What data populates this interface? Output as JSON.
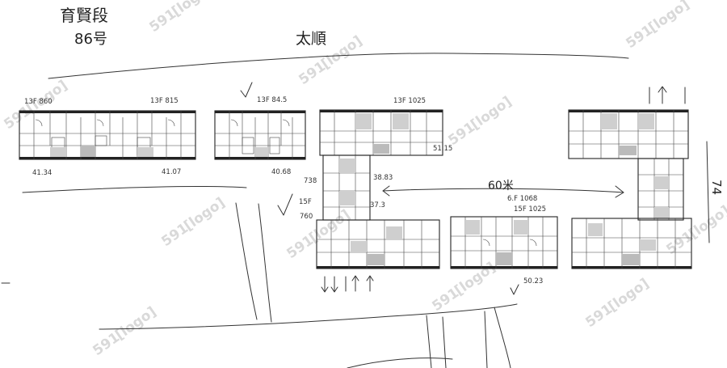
{
  "title_line1": "育賢段",
  "title_line2": "86号",
  "road_label": "太順",
  "watermark_text": "591",
  "watermark_brand": "[logo]",
  "setback_label": "60米",
  "side_label": "74",
  "buildings": [
    {
      "id": "A",
      "floor_label": "13F 860",
      "floor_label_2": "13F 815",
      "area_left": "41.34",
      "area_right": "41.07"
    },
    {
      "id": "B",
      "floor_label": "13F 84.5",
      "area": "40.68"
    },
    {
      "id": "C",
      "floor_label": "13F 1025",
      "area_right": "51.15",
      "area_mid1": "38.83",
      "area_mid2": "37.3",
      "side_floor": "15F",
      "side_floor_2": "760",
      "side_area": "738"
    },
    {
      "id": "D",
      "floor_label_1": "6.F 1068",
      "floor_label_2": "15F 1025",
      "area": "50.23"
    },
    {
      "id": "E"
    }
  ],
  "colors": {
    "ink": "#222222",
    "shade": "#c8c8c8",
    "watermark": "#d9d9d9"
  }
}
